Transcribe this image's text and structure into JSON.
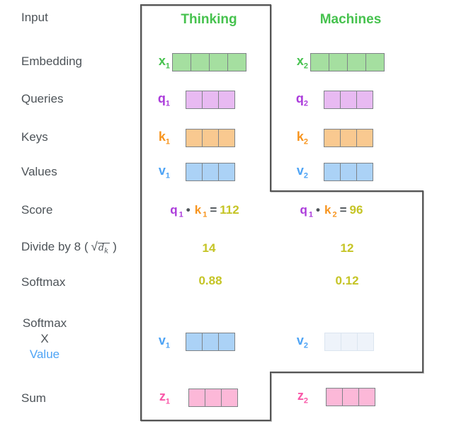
{
  "columns": [
    {
      "word": "Thinking",
      "embedding": {
        "label": "x",
        "sub": "1",
        "cells": 4
      },
      "query": {
        "label": "q",
        "sub": "1",
        "cells": 3
      },
      "key": {
        "label": "k",
        "sub": "1",
        "cells": 3
      },
      "value": {
        "label": "v",
        "sub": "1",
        "cells": 3
      },
      "score": {
        "q": "q",
        "q_sub": "1",
        "dot": "•",
        "k": "k",
        "k_sub": "1",
        "equals": "=",
        "result": "112"
      },
      "divided": "14",
      "softmax": "0.88",
      "weighted_value": {
        "label": "v",
        "sub": "1",
        "cells": 3
      },
      "sum": {
        "label": "z",
        "sub": "1",
        "cells": 3
      }
    },
    {
      "word": "Machines",
      "embedding": {
        "label": "x",
        "sub": "2",
        "cells": 4
      },
      "query": {
        "label": "q",
        "sub": "2",
        "cells": 3
      },
      "key": {
        "label": "k",
        "sub": "2",
        "cells": 3
      },
      "value": {
        "label": "v",
        "sub": "2",
        "cells": 3
      },
      "score": {
        "q": "q",
        "q_sub": "1",
        "dot": "•",
        "k": "k",
        "k_sub": "2",
        "equals": "=",
        "result": "96"
      },
      "divided": "12",
      "softmax": "0.12",
      "weighted_value": {
        "label": "v",
        "sub": "2",
        "cells": 3
      },
      "sum": {
        "label": "z",
        "sub": "2",
        "cells": 3
      }
    }
  ],
  "left_labels": {
    "input": "Input",
    "embedding": "Embedding",
    "queries": "Queries",
    "keys": "Keys",
    "values": "Values",
    "score": "Score",
    "divide": {
      "prefix": "Divide by 8 (",
      "sqrt": "√",
      "radicand": "d",
      "radicand_sub": "k",
      "suffix": ")"
    },
    "softmax": "Softmax",
    "softmax_x_value": {
      "line1": "Softmax",
      "line2": "X",
      "line3": "Value"
    },
    "sum": "Sum"
  },
  "colors": {
    "green_text": "#46c24e",
    "green_fill": "#a5dfa0",
    "purple_text": "#ab3bdb",
    "purple_fill": "#e8baf2",
    "orange_text": "#f7941e",
    "orange_fill": "#f9c990",
    "blue_text": "#4da3f5",
    "blue_fill": "#abd2f6",
    "faded_blue_fill": "#eef3fa",
    "faded_blue_border": "#dbe5f0",
    "pink_text": "#f957a8",
    "pink_fill": "#fcb8d8",
    "yellow_text": "#c5c425",
    "label_text": "#4d5358",
    "cell_border": "#7e8387",
    "outline": "#555555"
  }
}
